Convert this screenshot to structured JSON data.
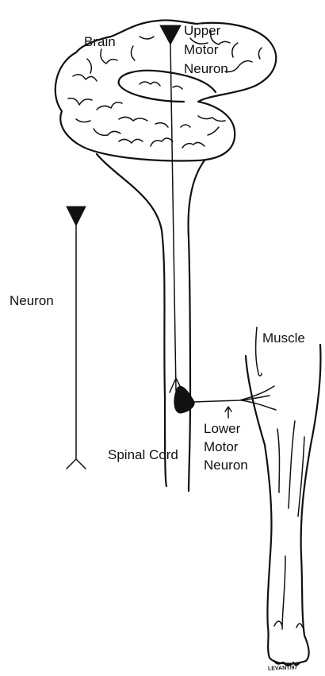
{
  "labels": {
    "brain": "Brain",
    "upper_motor_neuron": [
      "Upper",
      "Motor",
      "Neuron"
    ],
    "neuron": "Neuron",
    "muscle": "Muscle",
    "lower_motor_neuron": [
      "Lower",
      "Motor",
      "Neuron"
    ],
    "spinal_cord": "Spinal Cord"
  },
  "signature": "LEVANT/97",
  "ink_color": "#111111",
  "background_color": "#ffffff"
}
